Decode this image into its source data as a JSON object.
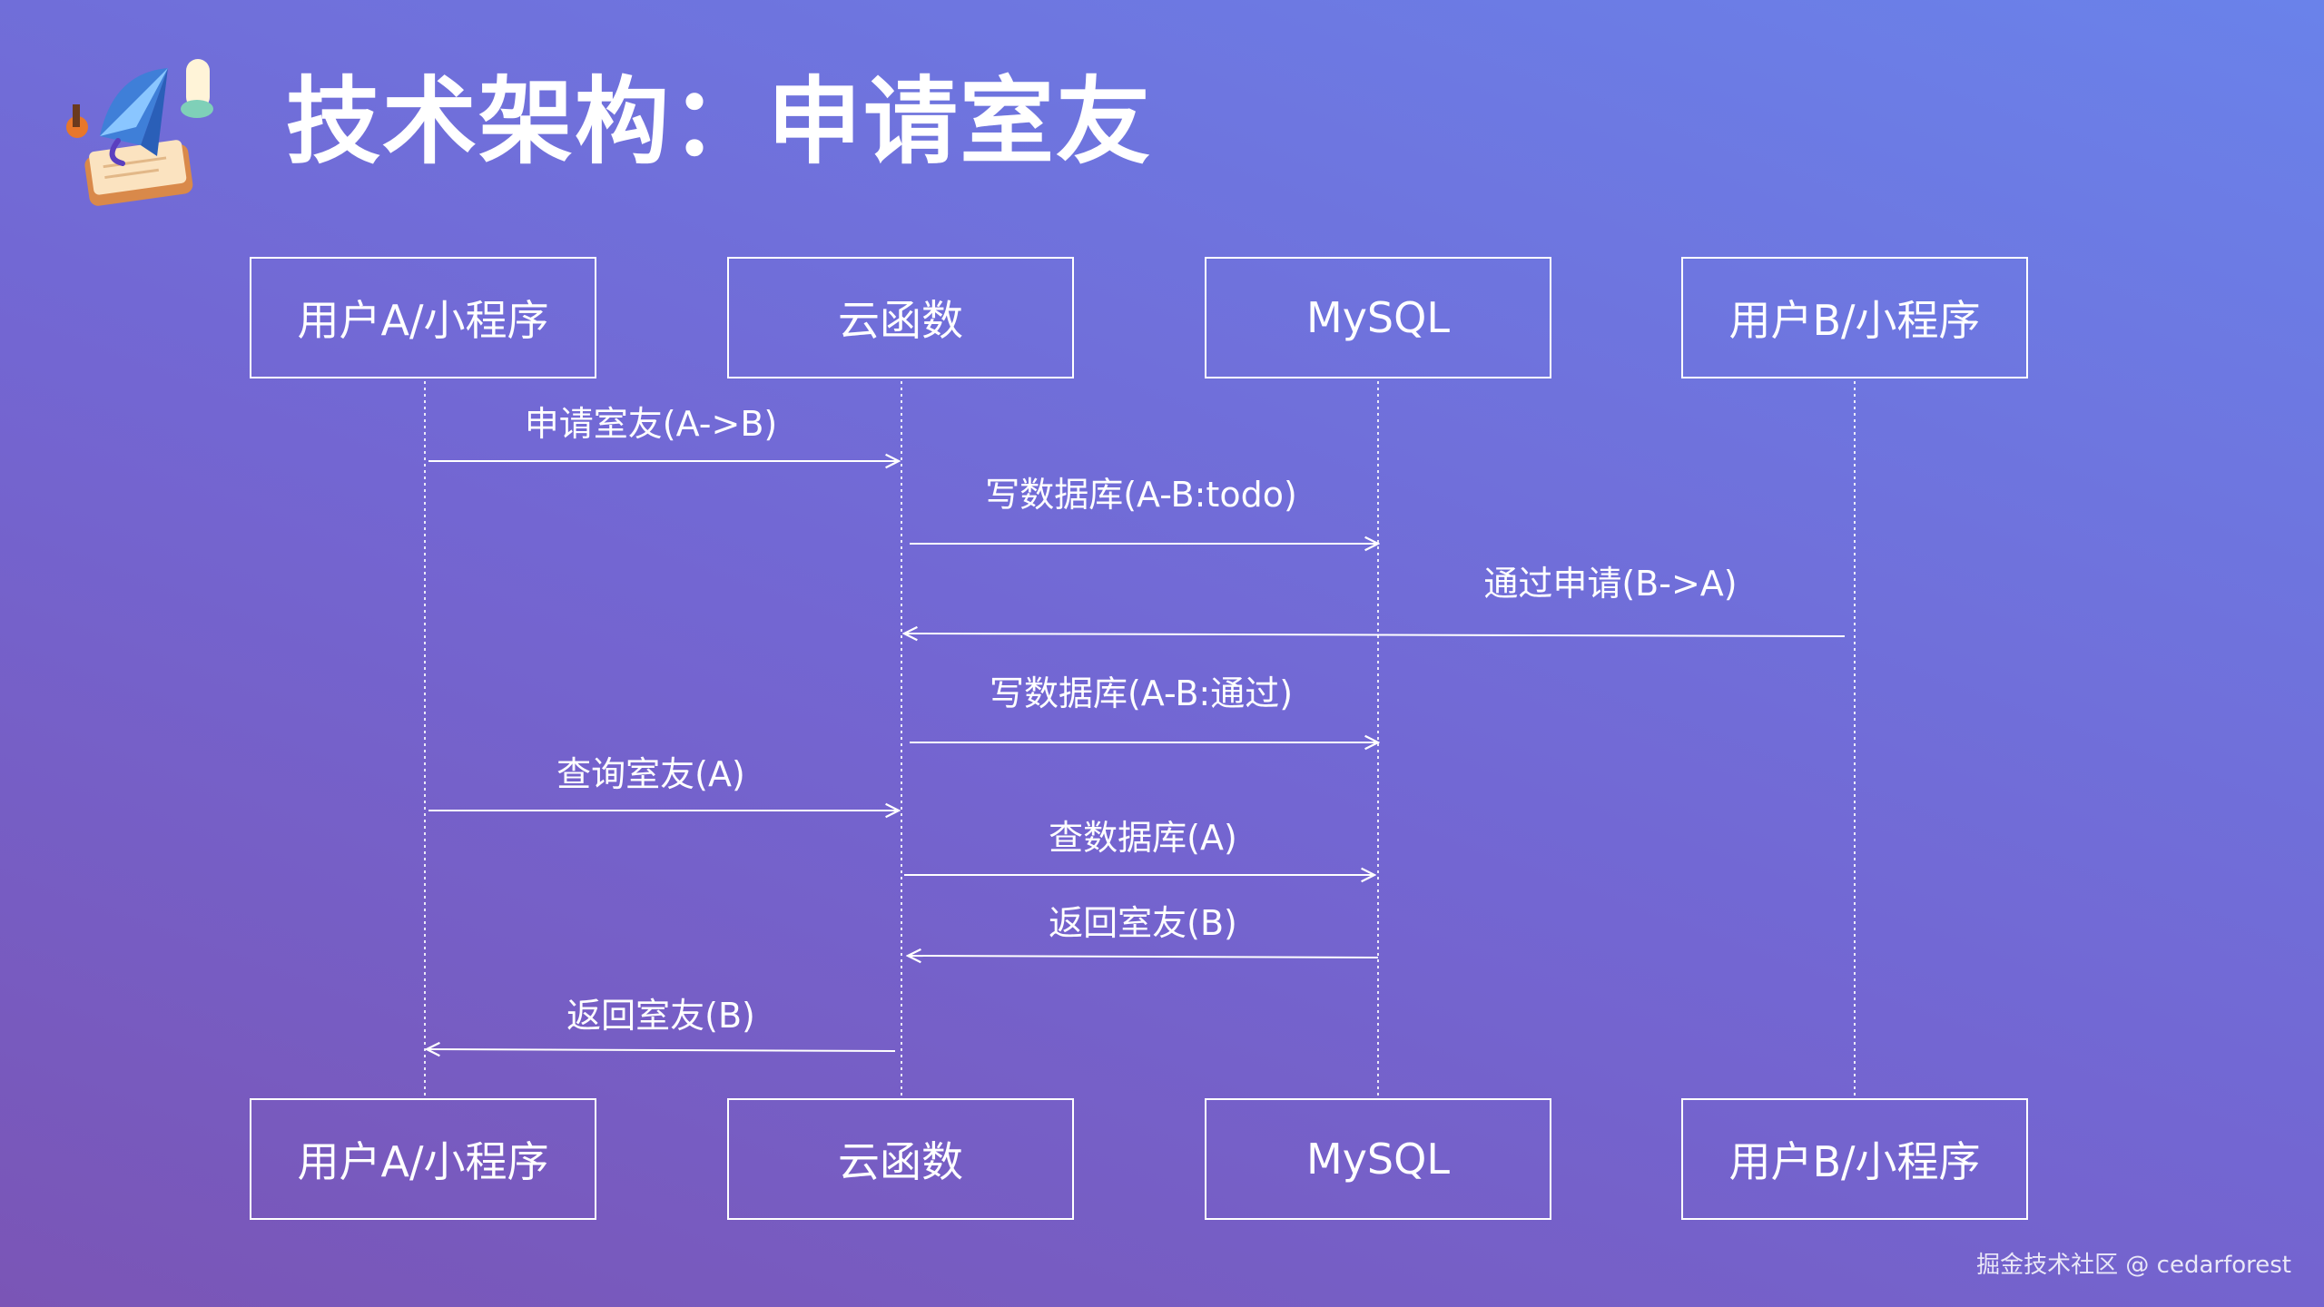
{
  "title": "技术架构：申请室友",
  "participants_top": [
    "用户A/小程序",
    "云函数",
    "MySQL",
    "用户B/小程序"
  ],
  "participants_bottom": [
    "用户A/小程序",
    "云函数",
    "MySQL",
    "用户B/小程序"
  ],
  "messages": [
    {
      "label": "申请室友(A->B)",
      "from": "用户A/小程序",
      "to": "云函数"
    },
    {
      "label": "写数据库(A-B:todo)",
      "from": "云函数",
      "to": "MySQL"
    },
    {
      "label": "通过申请(B->A)",
      "from": "用户B/小程序",
      "to": "云函数"
    },
    {
      "label": "写数据库(A-B:通过)",
      "from": "云函数",
      "to": "MySQL"
    },
    {
      "label": "查询室友(A)",
      "from": "用户A/小程序",
      "to": "云函数"
    },
    {
      "label": "查数据库(A)",
      "from": "云函数",
      "to": "MySQL"
    },
    {
      "label": "返回室友(B)",
      "from": "MySQL",
      "to": "云函数"
    },
    {
      "label": "返回室友(B)",
      "from": "云函数",
      "to": "用户A/小程序"
    }
  ],
  "watermark": "掘金技术社区 @ cedarforest",
  "icons": [
    "paper-plane-logo-icon"
  ]
}
